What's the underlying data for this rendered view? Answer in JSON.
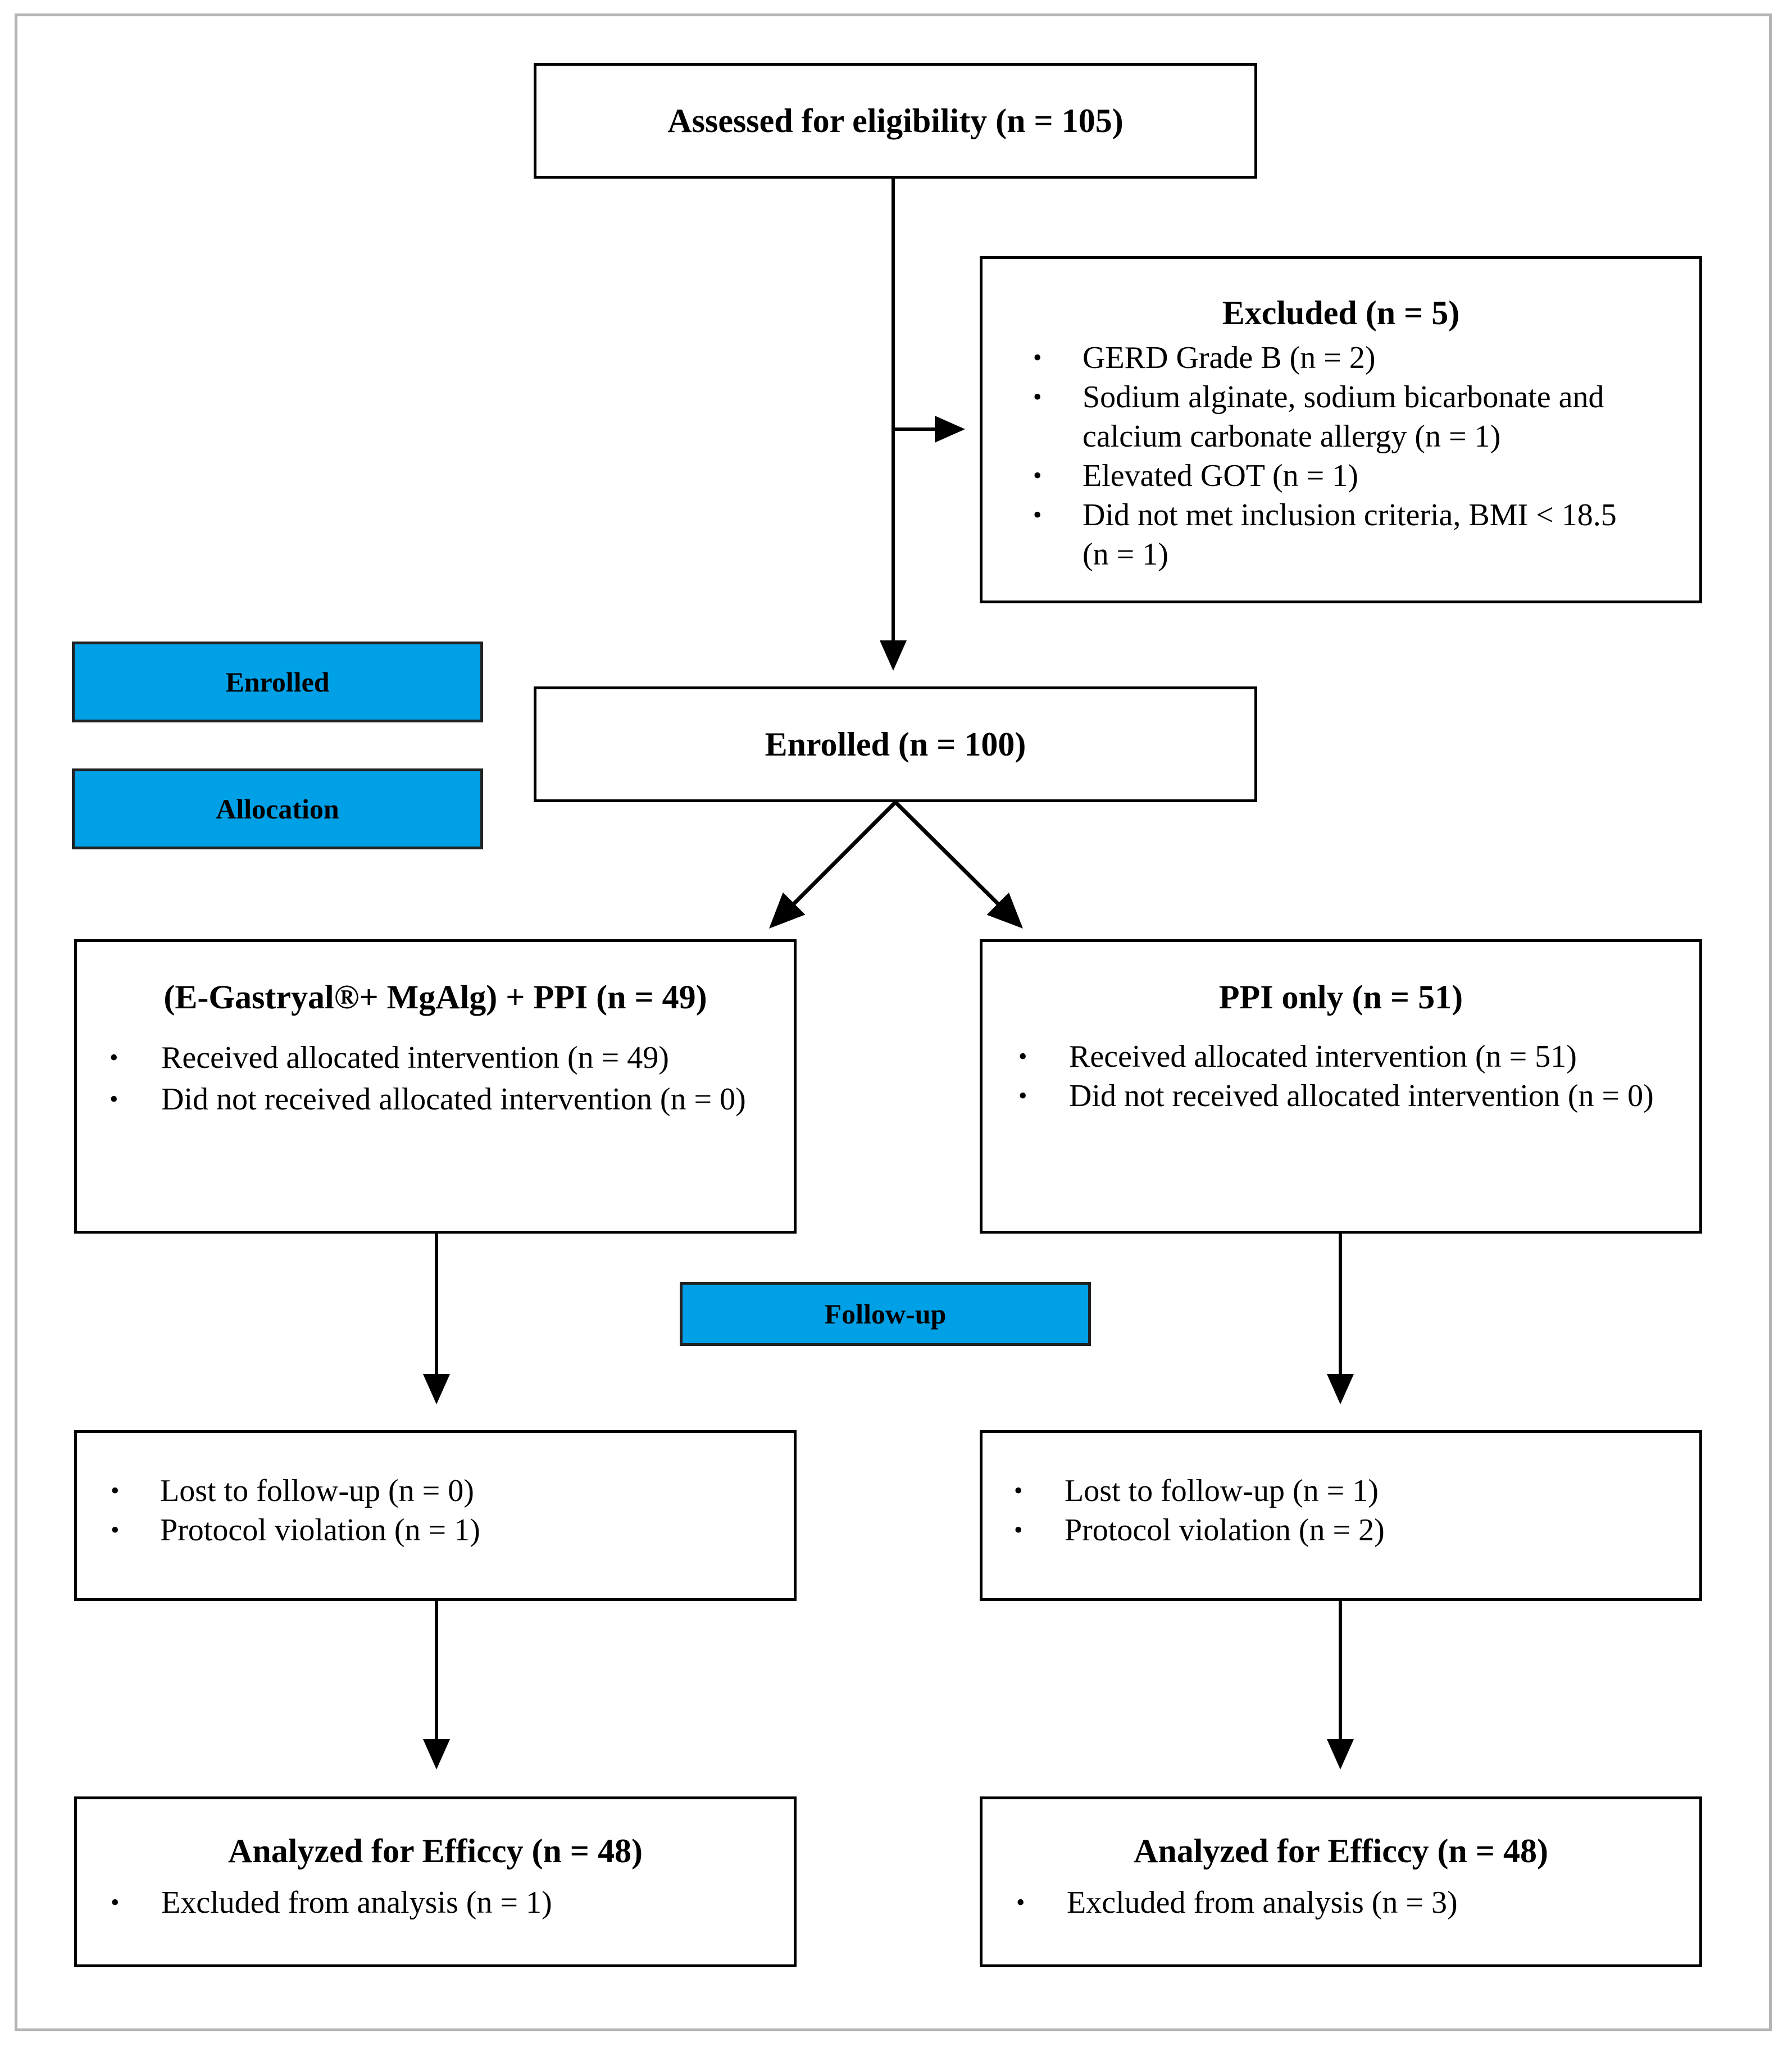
{
  "stages": {
    "enrolled": "Enrolled",
    "allocation": "Allocation",
    "followup": "Follow-up"
  },
  "assessed": {
    "title": "Assessed for eligibility (n = 105)"
  },
  "excluded": {
    "title": "Excluded (n = 5)",
    "items": [
      "GERD Grade B (n = 2)",
      "Sodium alginate, sodium bicarbonate and",
      "calcium carbonate allergy (n = 1)",
      "Elevated GOT (n = 1)",
      "Did not met inclusion criteria, BMI < 18.5",
      "(n = 1)"
    ]
  },
  "enrolled_box": {
    "title": "Enrolled (n = 100)"
  },
  "left_arm": {
    "title": "(E-Gastryal®+ MgAlg) + PPI (n = 49)",
    "items": [
      "Received allocated intervention (n = 49)",
      "Did not received allocated intervention  (n = 0)"
    ]
  },
  "right_arm": {
    "title": "PPI only (n = 51)",
    "items": [
      "Received allocated intervention (n = 51)",
      "Did not received allocated intervention  (n = 0)"
    ]
  },
  "left_followup": {
    "items": [
      "Lost to follow-up (n = 0)",
      "Protocol violation  (n = 1)"
    ]
  },
  "right_followup": {
    "items": [
      "Lost to follow-up (n = 1)",
      "Protocol violation (n = 2)"
    ]
  },
  "left_analysis": {
    "title": "Analyzed for Efficcy  (n = 48)",
    "items": [
      "Excluded from analysis (n = 1)"
    ]
  },
  "right_analysis": {
    "title": "Analyzed for Efficcy  (n = 48)",
    "items": [
      "Excluded from analysis (n = 3)"
    ]
  },
  "bullet": "•"
}
